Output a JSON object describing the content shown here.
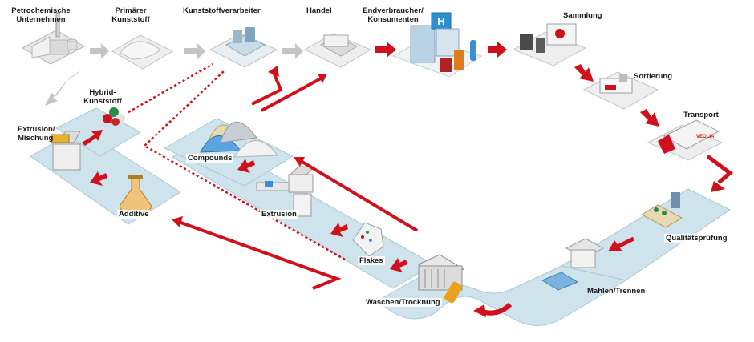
{
  "colors": {
    "accent_red": "#d0101b",
    "platform_blue": "#cfe3ec",
    "platform_edge": "#a9c8d6",
    "neutral_arrow": "#c4c4c4"
  },
  "labels": {
    "petrochemische_line1": "Petrochemische",
    "petrochemische_line2": "Unternehmen",
    "primaerer_line1": "Primärer",
    "primaerer_line2": "Kunststoff",
    "kunststoffverarbeiter": "Kunststoffverarbeiter",
    "handel": "Handel",
    "endverbraucher_line1": "Endverbraucher/",
    "endverbraucher_line2": "Konsumenten",
    "sammlung": "Sammlung",
    "sortierung": "Sortierung",
    "transport": "Transport",
    "qualitaetspruefung": "Qualitätsprüfung",
    "mahlen_trennen": "Mahlen/Trennen",
    "waschen_trocknung": "Waschen/Trocknung",
    "flakes": "Flakes",
    "extrusion": "Extrusion",
    "compounds": "Compounds",
    "hybrid_line1": "Hybrid-",
    "hybrid_line2": "Kunststoff",
    "extrusion_mischung_line1": "Extrusion/",
    "extrusion_mischung_line2": "Mischung",
    "additive": "Additive"
  },
  "illustration_text": {
    "truck_logo": "VEOLIA",
    "hospital_sign": "H"
  }
}
